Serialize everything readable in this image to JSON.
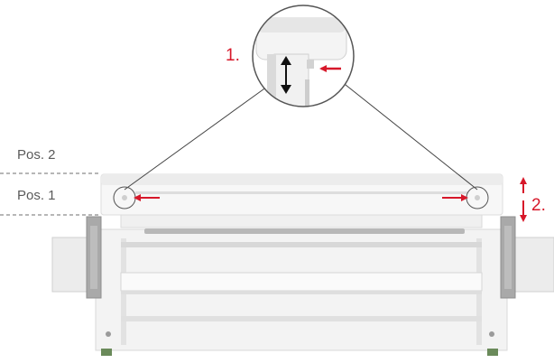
{
  "labels": {
    "pos2": "Pos. 2",
    "pos1": "Pos. 1",
    "step1": "1.",
    "step2": "2."
  },
  "colors": {
    "accent": "#d7182a",
    "frame_light": "#f2f2f2",
    "frame_mid": "#dcdcdc",
    "frame_dark": "#b9b9b9",
    "clamp_gray": "#a9a9a9",
    "outline": "#555555",
    "pos_text": "#5a5a5a",
    "foot_green": "#6a8a5a"
  },
  "icons": {
    "zoom": "magnifier-detail-icon",
    "vertical_move": "double-headed-arrow-icon",
    "push": "red-arrow-icon"
  }
}
